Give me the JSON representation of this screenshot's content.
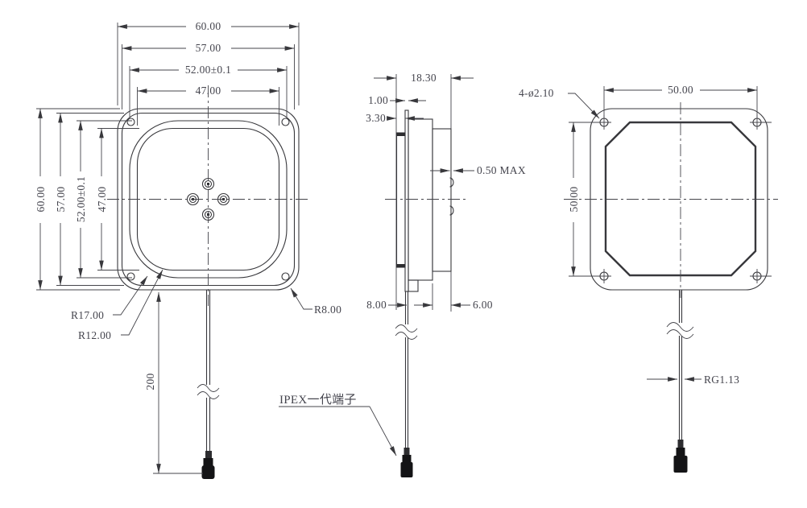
{
  "drawing_type": "antenna-dimension-drawing",
  "colors": {
    "line": "#38383c",
    "text": "#45454e",
    "background": "#ffffff"
  },
  "front_view": {
    "width_dim_1": "60.00",
    "width_dim_2": "57.00",
    "width_dim_3": "52.00±0.1",
    "width_dim_4": "47.00",
    "height_dim_1": "60.00",
    "height_dim_2": "57.00",
    "height_dim_3": "52.00±0.1",
    "height_dim_4": "47.00",
    "radius_patch": "R17.00",
    "radius_inner": "R12.00",
    "radius_outer": "R8.00",
    "cable_length": "200"
  },
  "side_view": {
    "overall_thickness": "18.30",
    "plate_thickness": "1.00",
    "bracket_thickness": "3.30",
    "protrusion": "0.50 MAX",
    "cable_offset": "8.00",
    "body_depth": "6.00",
    "connector_label": "IPEX一代端子"
  },
  "back_view": {
    "mounting_holes": "4-ø2.10",
    "hole_spacing_h": "50.00",
    "hole_spacing_v": "50.00",
    "cable_label": "RG1.13"
  }
}
